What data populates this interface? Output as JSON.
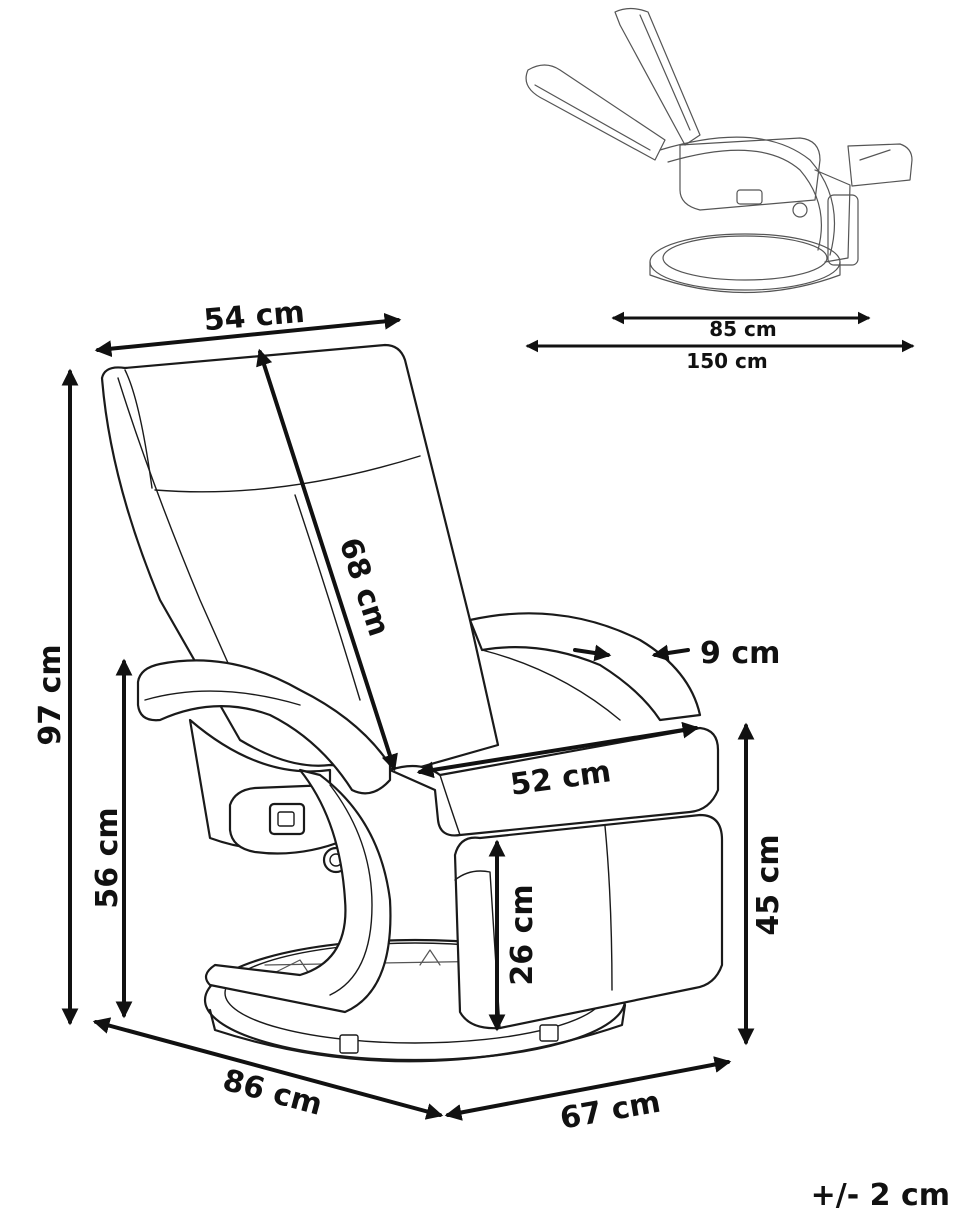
{
  "dimensions": {
    "seat_width": "54 cm",
    "backrest_height": "68 cm",
    "total_height": "97 cm",
    "armrest_height": "56 cm",
    "armrest_width": "9 cm",
    "seat_depth": "52 cm",
    "seat_height": "45 cm",
    "footrest_height": "26 cm",
    "total_depth": "86 cm",
    "total_width": "67 cm",
    "reclined_depth": "85 cm",
    "reclined_length": "150 cm"
  },
  "tolerance": "+/- 2 cm"
}
